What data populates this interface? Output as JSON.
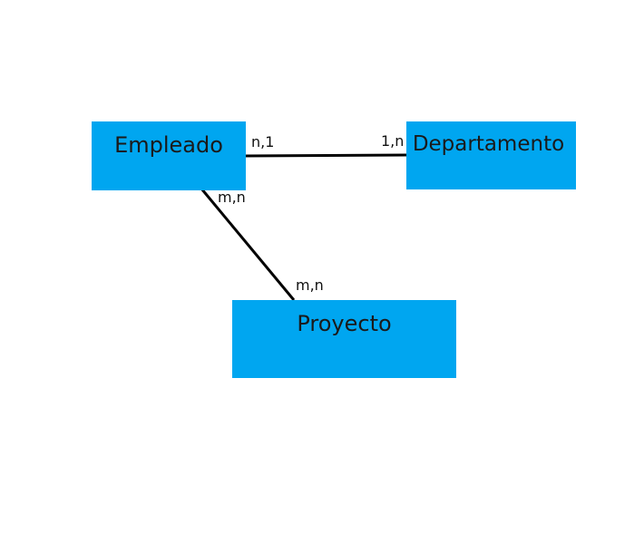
{
  "colors": {
    "entity_fill": "#00a6f0",
    "line": "#000000",
    "background": "#ffffff"
  },
  "entities": {
    "empleado": {
      "label": "Empleado"
    },
    "departamento": {
      "label": "Departamento"
    },
    "proyecto": {
      "label": "Proyecto"
    }
  },
  "relationships": [
    {
      "from": "Empleado",
      "to": "Departamento",
      "from_cardinality": "n,1",
      "to_cardinality": "1,n"
    },
    {
      "from": "Empleado",
      "to": "Proyecto",
      "from_cardinality": "m,n",
      "to_cardinality": "m,n"
    }
  ]
}
